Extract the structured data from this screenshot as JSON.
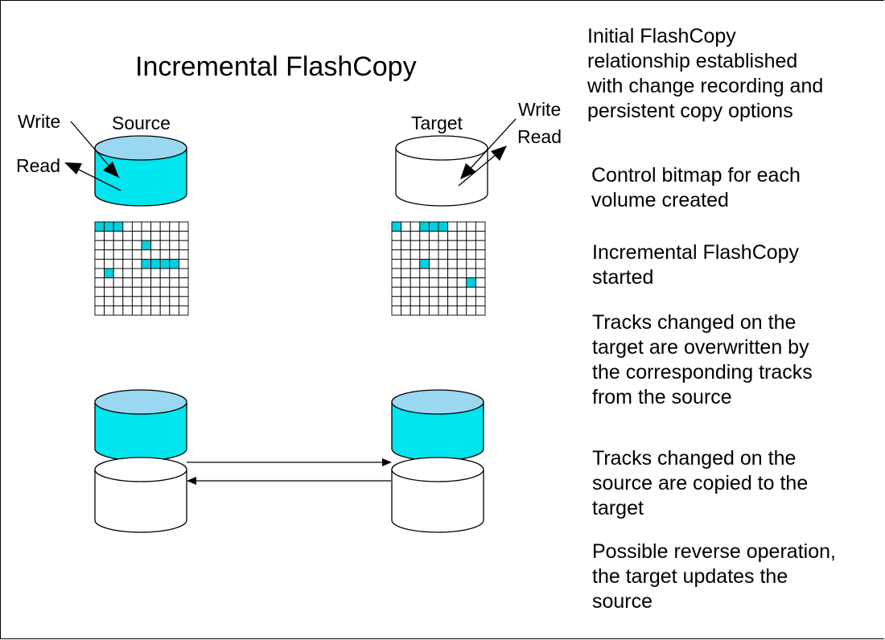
{
  "title": "Incremental FlashCopy",
  "labels": {
    "write_left": "Write",
    "read_left": "Read",
    "source": "Source",
    "target": "Target",
    "write_right": "Write",
    "read_right": "Read"
  },
  "notes": [
    [
      "Initial FlashCopy",
      "relationship established",
      "with change recording and",
      "persistent copy options"
    ],
    [
      "Control bitmap for each",
      "volume created"
    ],
    [
      "Incremental FlashCopy",
      "started"
    ],
    [
      "Tracks changed on the",
      "target are overwritten by",
      "the corresponding tracks",
      "from the source"
    ],
    [
      "Tracks changed on the",
      "source are copied to the",
      "target"
    ],
    [
      "Possible reverse operation,",
      "the target updates the",
      "source"
    ]
  ],
  "colors": {
    "volume_fill": "#00e5ee",
    "volume_top": "#99d8f0",
    "bitmap_mark": "#00d0e0",
    "empty_fill": "#ffffff"
  },
  "bitmaps": {
    "source": [
      [
        0,
        0
      ],
      [
        0,
        1
      ],
      [
        0,
        2
      ],
      [
        2,
        5
      ],
      [
        4,
        5
      ],
      [
        4,
        6
      ],
      [
        4,
        7
      ],
      [
        4,
        8
      ],
      [
        5,
        1
      ]
    ],
    "target": [
      [
        0,
        0
      ],
      [
        0,
        3
      ],
      [
        0,
        4
      ],
      [
        0,
        5
      ],
      [
        4,
        3
      ],
      [
        6,
        8
      ]
    ]
  }
}
